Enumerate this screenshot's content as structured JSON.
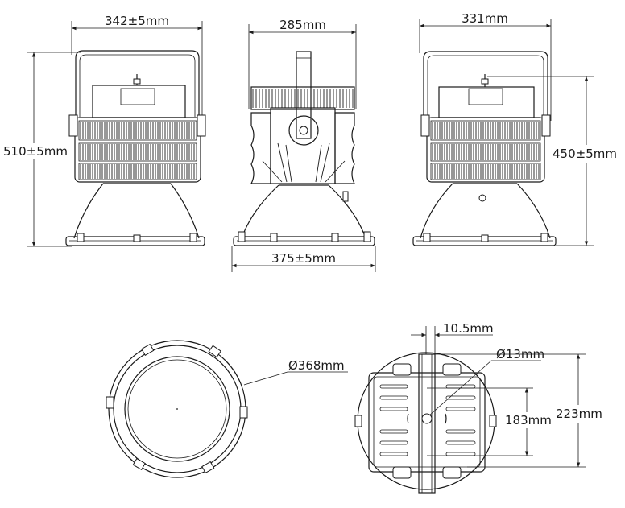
{
  "drawing": {
    "colors": {
      "line": "#1a1a1a",
      "background": "#ffffff"
    },
    "views": {
      "front": {
        "width_label": "342±5mm",
        "height_label": "510±5mm"
      },
      "side": {
        "width_label": "285mm",
        "bottom_width_label": "375±5mm"
      },
      "back": {
        "width_label": "331mm",
        "height_label": "450±5mm"
      },
      "bottom": {
        "diameter_label": "Ø368mm"
      },
      "top": {
        "bracket_width_label": "10.5mm",
        "hole_label": "Ø13mm",
        "hole_spacing_label": "183mm",
        "plate_height_label": "223mm"
      }
    }
  }
}
